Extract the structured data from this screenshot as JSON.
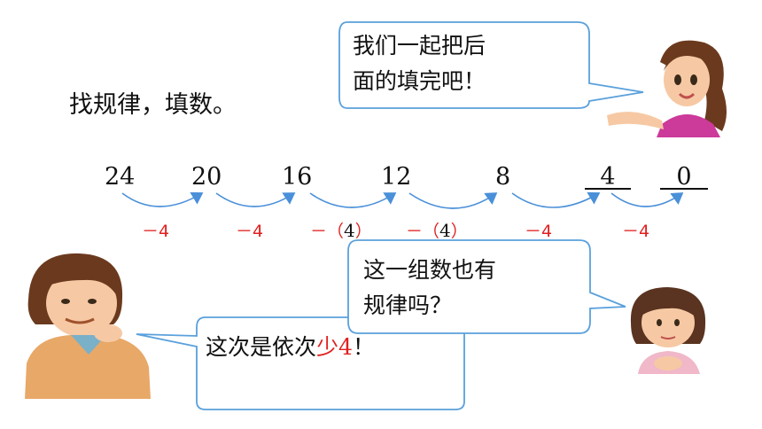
{
  "instruction": "找规律，填数。",
  "sequence": [
    "24",
    "20",
    "16",
    "12",
    "8"
  ],
  "answers": [
    "4",
    "0"
  ],
  "differences": [
    {
      "sign": "－",
      "value": "4",
      "bracketed": false
    },
    {
      "sign": "－",
      "value": "4",
      "bracketed": false
    },
    {
      "sign": "－",
      "value": "4",
      "bracketed": true
    },
    {
      "sign": "－",
      "value": "4",
      "bracketed": true
    },
    {
      "sign": "－",
      "value": "4",
      "bracketed": false
    },
    {
      "sign": "－",
      "value": "4",
      "bracketed": false
    }
  ],
  "bubbles": {
    "girl_top": {
      "line1": "我们一起把后",
      "line2": "面的填完吧！"
    },
    "girl_right": {
      "line1": "这一组数也有",
      "line2": "规律吗？"
    },
    "boy": {
      "prefix": "这次是依次",
      "highlight": "少",
      "number": "4",
      "suffix": "！"
    }
  },
  "colors": {
    "bubble_border": "#5aa0dc",
    "arrow": "#4a90d9",
    "highlight": "#e02020"
  }
}
